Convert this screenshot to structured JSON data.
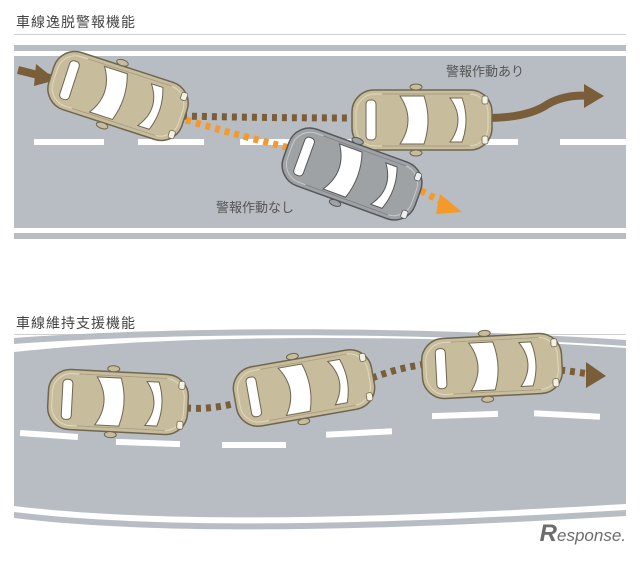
{
  "sections": {
    "lane_departure_warning": {
      "title": "車線逸脱警報機能",
      "label_warning_on": "警報作動あり",
      "label_warning_off": "警報作動なし"
    },
    "lane_keeping_assist": {
      "title": "車線維持支援機能"
    }
  },
  "colors": {
    "road": "#b7bdc3",
    "lane_marking": "#ffffff",
    "car_beige": "#c7bc9c",
    "car_grey": "#9fa2a5",
    "arrow_brown": "#7a5e3a",
    "arrow_orange": "#f59a2a"
  },
  "logo": {
    "glyph": "R",
    "text": "esponse."
  }
}
